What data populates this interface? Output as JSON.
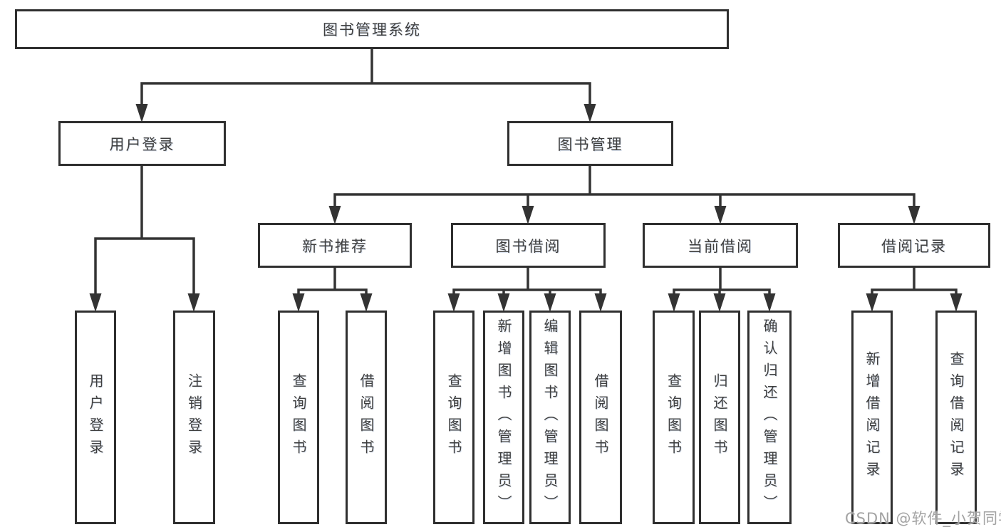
{
  "diagram": {
    "title_node": "图书管理系统",
    "root": {
      "label": "图书管理系统"
    },
    "level1": [
      {
        "label": "用户登录",
        "children": [
          {
            "label": "用户登录"
          },
          {
            "label": "注销登录"
          }
        ]
      },
      {
        "label": "图书管理",
        "children": [
          {
            "label": "新书推荐",
            "children": [
              {
                "label": "查询图书"
              },
              {
                "label": "借阅图书"
              }
            ]
          },
          {
            "label": "图书借阅",
            "children": [
              {
                "label": "查询图书"
              },
              {
                "label": "新增图书（管理员）"
              },
              {
                "label": "编辑图书（管理员）"
              },
              {
                "label": "借阅图书"
              }
            ]
          },
          {
            "label": "当前借阅",
            "children": [
              {
                "label": "查询图书"
              },
              {
                "label": "归还图书"
              },
              {
                "label": "确认归还（管理员）"
              }
            ]
          },
          {
            "label": "借阅记录",
            "children": [
              {
                "label": "新增借阅记录"
              },
              {
                "label": "查询借阅记录"
              }
            ]
          }
        ]
      }
    ]
  },
  "watermark": {
    "text": "CSDN @软件_小贺同学"
  },
  "colors": {
    "line": "#333333",
    "box_border": "#2f2f2f",
    "text": "#3f3f3f",
    "background": "#ffffff",
    "watermark": "#a3a3a3"
  }
}
